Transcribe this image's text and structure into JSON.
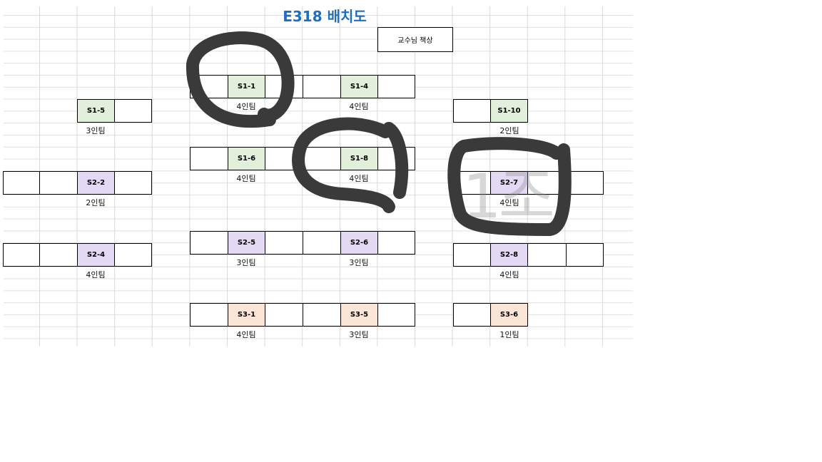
{
  "sheet": {
    "title": "E318 배치도",
    "professor_desk": "교수님 책상"
  },
  "seats": {
    "s1_1": "S1-1",
    "s1_4": "S1-4",
    "s1_5": "S1-5",
    "s1_10": "S1-10",
    "s1_6": "S1-6",
    "s1_8": "S1-8",
    "s2_2": "S2-2",
    "s2_7": "S2-7",
    "s2_4": "S2-4",
    "s2_5": "S2-5",
    "s2_6": "S2-6",
    "s2_8": "S2-8",
    "s3_1": "S3-1",
    "s3_5": "S3-5",
    "s3_6": "S3-6"
  },
  "captions": {
    "s1_1": "4인팀",
    "s1_4": "4인팀",
    "s1_5": "3인팀",
    "s1_10": "2인팀",
    "s1_6": "4인팀",
    "s1_8": "4인팀",
    "s2_2": "2인팀",
    "s2_7": "4인팀",
    "s2_4": "4인팀",
    "s2_5": "3인팀",
    "s2_6": "3인팀",
    "s2_8": "4인팀",
    "s3_1": "4인팀",
    "s3_5": "3인팀",
    "s3_6": "1인팀"
  },
  "annotation": {
    "handwritten_text": "1조",
    "stroke_color": "#3a3a3a"
  }
}
